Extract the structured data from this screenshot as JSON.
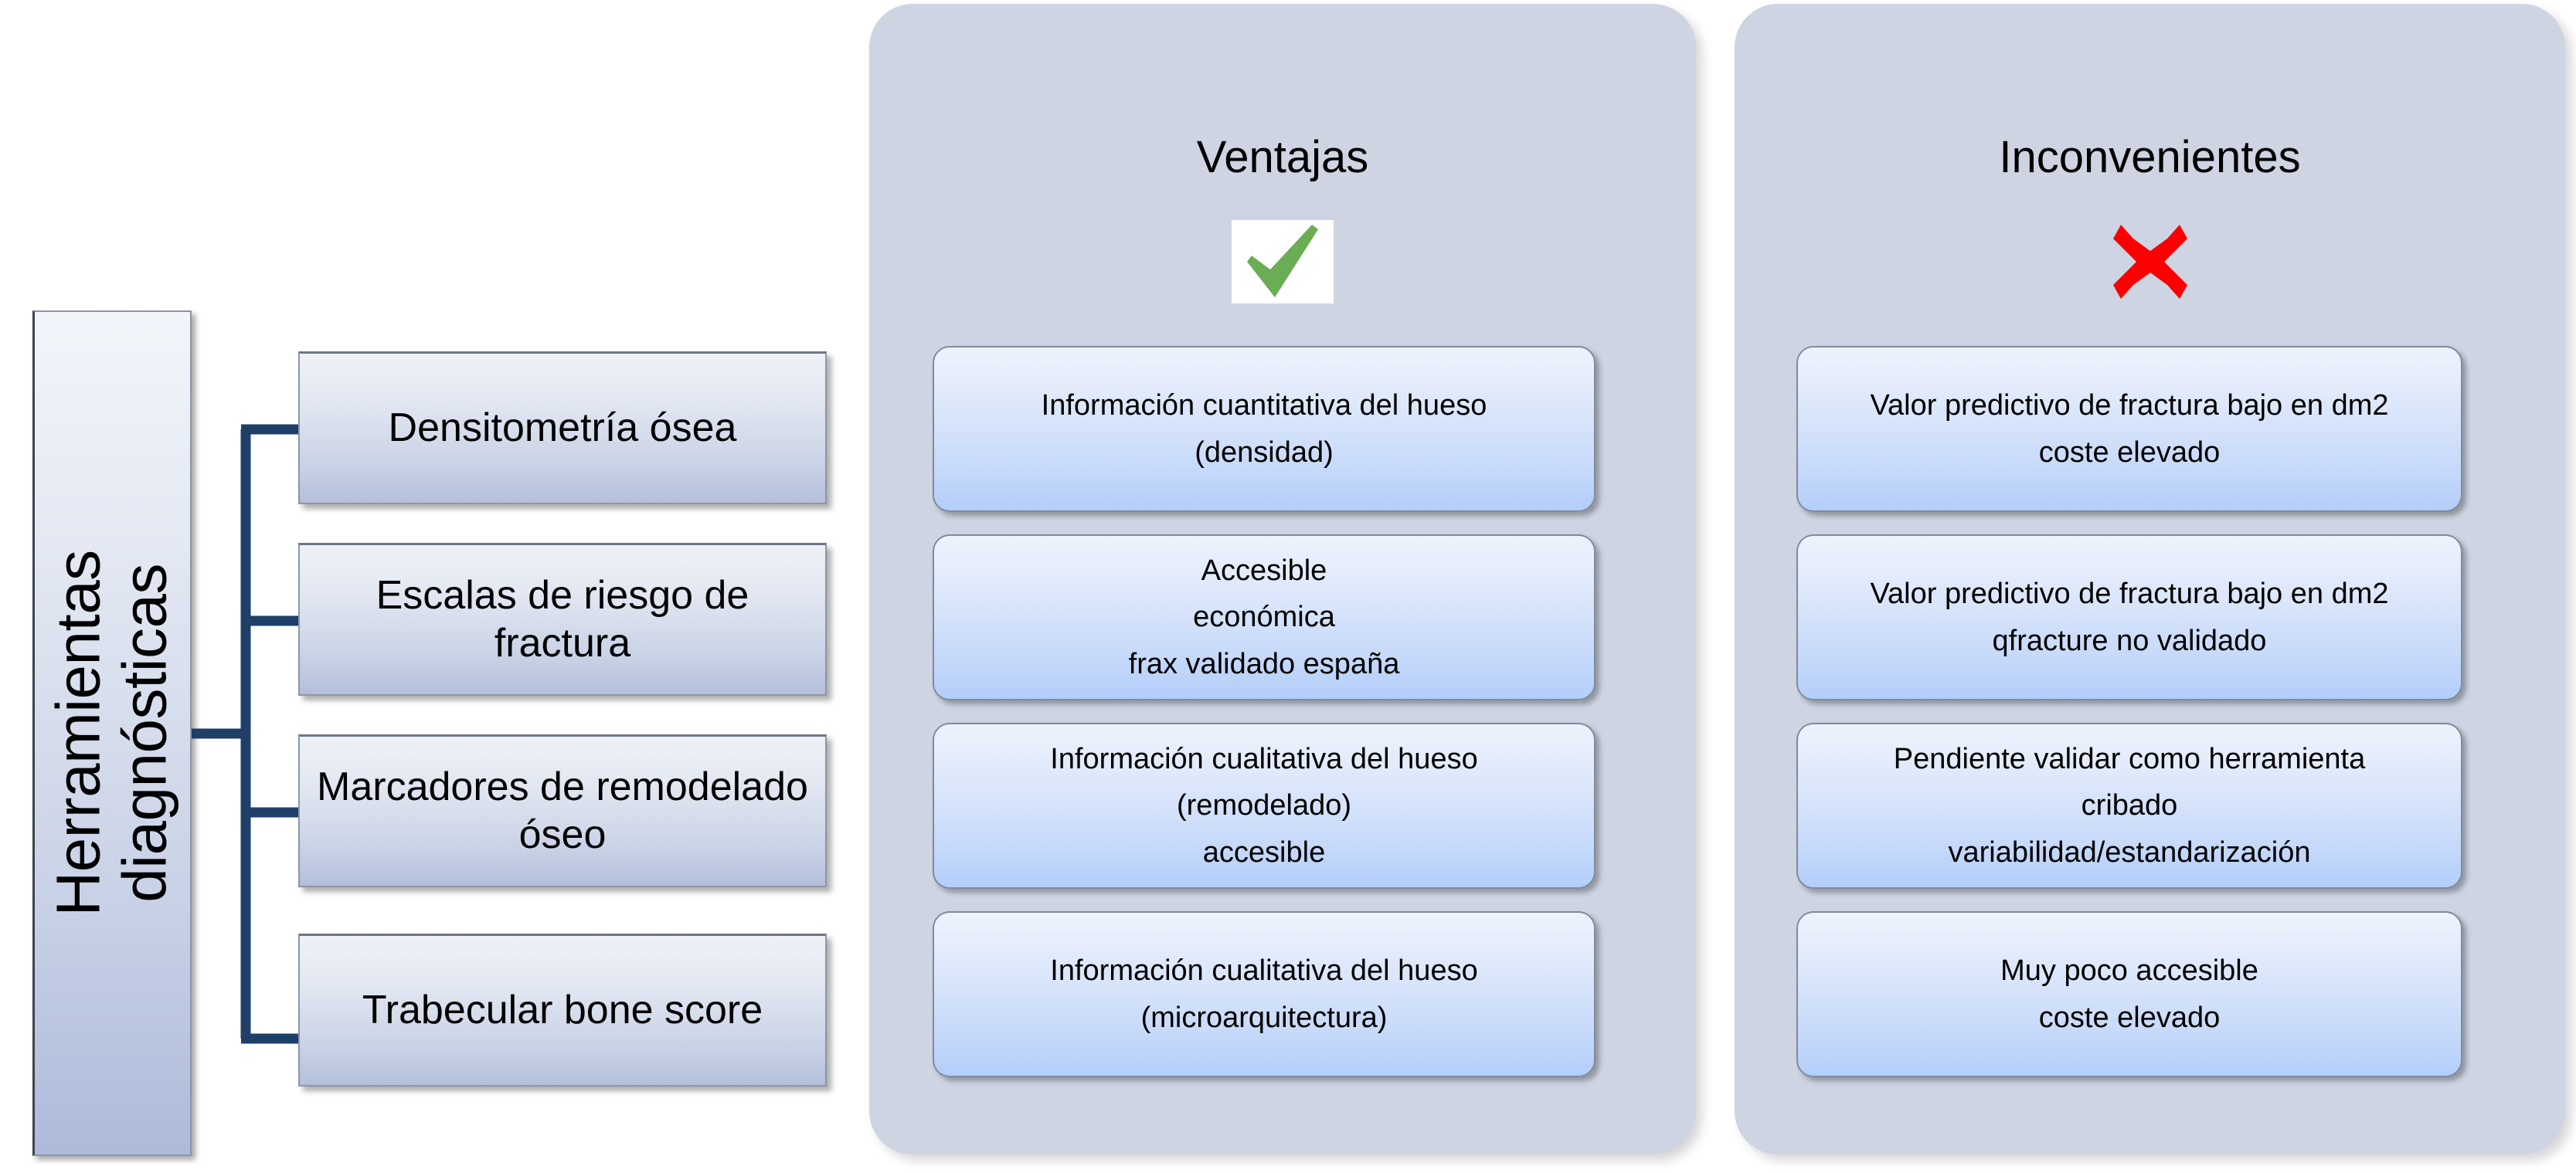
{
  "left_title": {
    "line1": "Herramientas",
    "line2": "diagnósticas"
  },
  "tools": [
    {
      "label": "Densitometría ósea"
    },
    {
      "label": "Escalas de riesgo de fractura"
    },
    {
      "label": "Marcadores de remodelado óseo"
    },
    {
      "label": "Trabecular bone score"
    }
  ],
  "panels": {
    "ventajas": {
      "title": "Ventajas",
      "icon": "check-mark-icon",
      "icon_color": "#6BAD54",
      "items": [
        {
          "lines": [
            "Información cuantitativa del hueso",
            "(densidad)"
          ]
        },
        {
          "lines": [
            "Accesible",
            "económica",
            "frax validado españa"
          ]
        },
        {
          "lines": [
            "Información cualitativa del hueso",
            "(remodelado)",
            "accesible"
          ]
        },
        {
          "lines": [
            "Información cualitativa del hueso",
            "(microarquitectura)"
          ]
        }
      ]
    },
    "inconvenientes": {
      "title": "Inconvenientes",
      "icon": "cross-mark-icon",
      "icon_color": "#FA0000",
      "items": [
        {
          "lines": [
            "Valor predictivo de fractura bajo en dm2",
            "coste elevado"
          ]
        },
        {
          "lines": [
            "Valor predictivo de fractura bajo en dm2",
            "qfracture no validado"
          ]
        },
        {
          "lines": [
            "Pendiente validar como herramienta",
            "cribado",
            "variabilidad/estandarización"
          ]
        },
        {
          "lines": [
            "Muy poco accesible",
            "coste elevado"
          ]
        }
      ]
    }
  },
  "colors": {
    "connector": "#1F3F69",
    "panel_background": "#CED4E2",
    "box_border": "#8D96A8"
  }
}
